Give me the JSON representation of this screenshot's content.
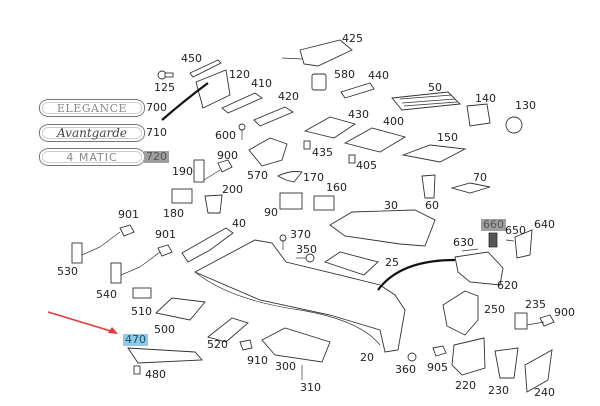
{
  "diagram": {
    "type": "exploded-parts-diagram",
    "subject": "center console",
    "highlight_colors": {
      "gray": "#9e9e9e",
      "blue": "#8ecae6",
      "arrow": "#e53935"
    },
    "badges": [
      {
        "id": "badge-elegance",
        "text": "ELEGANCE",
        "part": "700"
      },
      {
        "id": "badge-avantgarde",
        "text": "Avantgarde",
        "part": "710"
      },
      {
        "id": "badge-4matic",
        "text": "4 MATIC",
        "part": "720"
      }
    ],
    "part_labels": [
      {
        "n": "450"
      },
      {
        "n": "425"
      },
      {
        "n": "125"
      },
      {
        "n": "120"
      },
      {
        "n": "410"
      },
      {
        "n": "420"
      },
      {
        "n": "580"
      },
      {
        "n": "440"
      },
      {
        "n": "50"
      },
      {
        "n": "140"
      },
      {
        "n": "130"
      },
      {
        "n": "700"
      },
      {
        "n": "710"
      },
      {
        "n": "720",
        "highlight": "gray"
      },
      {
        "n": "600"
      },
      {
        "n": "430"
      },
      {
        "n": "400"
      },
      {
        "n": "435"
      },
      {
        "n": "405"
      },
      {
        "n": "150"
      },
      {
        "n": "900"
      },
      {
        "n": "190"
      },
      {
        "n": "570"
      },
      {
        "n": "170"
      },
      {
        "n": "200"
      },
      {
        "n": "70"
      },
      {
        "n": "180"
      },
      {
        "n": "90"
      },
      {
        "n": "160"
      },
      {
        "n": "60"
      },
      {
        "n": "30"
      },
      {
        "n": "901"
      },
      {
        "n": "901"
      },
      {
        "n": "40"
      },
      {
        "n": "660",
        "highlight": "gray"
      },
      {
        "n": "650"
      },
      {
        "n": "640"
      },
      {
        "n": "370"
      },
      {
        "n": "630"
      },
      {
        "n": "530"
      },
      {
        "n": "350"
      },
      {
        "n": "25"
      },
      {
        "n": "540"
      },
      {
        "n": "620"
      },
      {
        "n": "510"
      },
      {
        "n": "250"
      },
      {
        "n": "235"
      },
      {
        "n": "900"
      },
      {
        "n": "500"
      },
      {
        "n": "470",
        "highlight": "blue"
      },
      {
        "n": "520"
      },
      {
        "n": "910"
      },
      {
        "n": "20"
      },
      {
        "n": "905"
      },
      {
        "n": "360"
      },
      {
        "n": "300"
      },
      {
        "n": "220"
      },
      {
        "n": "230"
      },
      {
        "n": "240"
      },
      {
        "n": "480"
      },
      {
        "n": "310"
      }
    ],
    "pointer": {
      "color": "#e53935",
      "target_part": "470"
    }
  }
}
